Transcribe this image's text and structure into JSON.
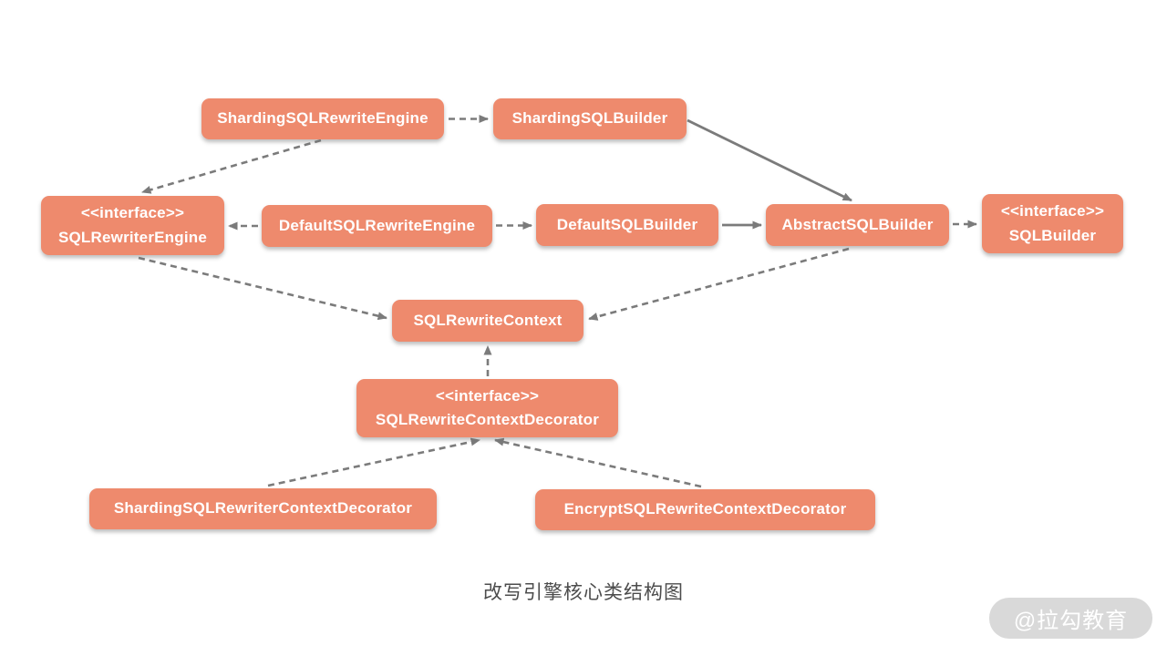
{
  "diagram": {
    "caption": "改写引擎核心类结构图",
    "watermark": "@拉勾教育",
    "colors": {
      "node_fill": "#ee8a6d",
      "node_text": "#ffffff",
      "connector": "#7b7b7b",
      "caption_text": "#4c4c4c",
      "watermark_bg": "#d9d9d9",
      "watermark_text": "#ffffff"
    },
    "nodes": {
      "sharding_sql_rewrite_engine": {
        "label": "ShardingSQLRewriteEngine"
      },
      "sharding_sql_builder": {
        "label": "ShardingSQLBuilder"
      },
      "sql_rewriter_engine": {
        "stereotype": "<<interface>>",
        "label": "SQLRewriterEngine"
      },
      "default_sql_rewrite_engine": {
        "label": "DefaultSQLRewriteEngine"
      },
      "default_sql_builder": {
        "label": "DefaultSQLBuilder"
      },
      "abstract_sql_builder": {
        "label": "AbstractSQLBuilder"
      },
      "sql_builder": {
        "stereotype": "<<interface>>",
        "label": "SQLBuilder"
      },
      "sql_rewrite_context": {
        "label": "SQLRewriteContext"
      },
      "sql_rewrite_context_decorator": {
        "stereotype": "<<interface>>",
        "label": "SQLRewriteContextDecorator"
      },
      "sharding_sql_rewriter_context_decorator": {
        "label": "ShardingSQLRewriterContextDecorator"
      },
      "encrypt_sql_rewrite_context_decorator": {
        "label": "EncryptSQLRewriteContextDecorator"
      }
    },
    "edges": [
      {
        "from": "ShardingSQLRewriteEngine",
        "to": "ShardingSQLBuilder",
        "style": "dashed"
      },
      {
        "from": "ShardingSQLRewriteEngine",
        "to": "SQLRewriterEngine",
        "style": "dashed"
      },
      {
        "from": "DefaultSQLRewriteEngine",
        "to": "SQLRewriterEngine",
        "style": "dashed"
      },
      {
        "from": "DefaultSQLRewriteEngine",
        "to": "DefaultSQLBuilder",
        "style": "dashed"
      },
      {
        "from": "DefaultSQLBuilder",
        "to": "AbstractSQLBuilder",
        "style": "solid"
      },
      {
        "from": "ShardingSQLBuilder",
        "to": "AbstractSQLBuilder",
        "style": "solid"
      },
      {
        "from": "AbstractSQLBuilder",
        "to": "SQLBuilder",
        "style": "dashed"
      },
      {
        "from": "SQLRewriterEngine",
        "to": "SQLRewriteContext",
        "style": "dashed"
      },
      {
        "from": "AbstractSQLBuilder",
        "to": "SQLRewriteContext",
        "style": "dashed"
      },
      {
        "from": "SQLRewriteContextDecorator",
        "to": "SQLRewriteContext",
        "style": "dashed"
      },
      {
        "from": "ShardingSQLRewriterContextDecorator",
        "to": "SQLRewriteContextDecorator",
        "style": "dashed"
      },
      {
        "from": "EncryptSQLRewriteContextDecorator",
        "to": "SQLRewriteContextDecorator",
        "style": "dashed"
      }
    ]
  }
}
